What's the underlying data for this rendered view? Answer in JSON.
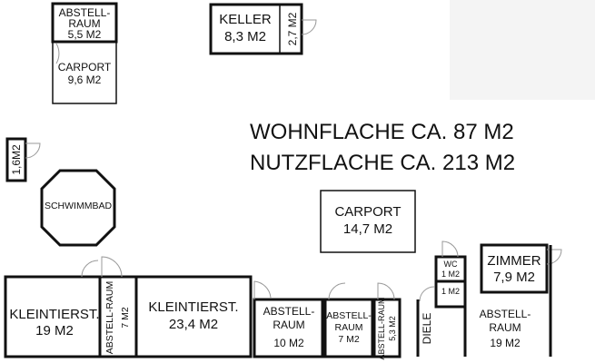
{
  "summary": {
    "wohnflaeche": "WOHNFLACHE CA. 87 M2",
    "nutzflaeche": "NUTZFLACHE CA. 213 M2"
  },
  "rooms": {
    "abstell_top": {
      "name_line1": "ABSTELL-",
      "name_line2": "RAUM",
      "area": "5,5 M2"
    },
    "carport_top": {
      "name": "CARPORT",
      "area": "9,6 M2"
    },
    "keller": {
      "name": "KELLER",
      "area": "8,3 M2"
    },
    "keller_side": {
      "area": "2,7 M2"
    },
    "small_left": {
      "area": "1,6M2"
    },
    "schwimmbad": {
      "name": "SCHWIMMBAD"
    },
    "carport_mid": {
      "name": "CARPORT",
      "area": "14,7 M2"
    },
    "wc": {
      "name": "WC",
      "area": "1 M2"
    },
    "small_below_wc": {
      "area": "1 M2"
    },
    "zimmer": {
      "name": "ZIMMER",
      "area": "7,9 M2"
    },
    "kleintierstall_1": {
      "name": "KLEINTIERST.",
      "area": "19 M2"
    },
    "abstell_narrow_1": {
      "name": "ABSTELL-RAUM",
      "area": "7 M2"
    },
    "kleintierstall_2": {
      "name": "KLEINTIERST.",
      "area": "23,4 M2"
    },
    "abstell_10": {
      "name_line1": "ABSTELL-",
      "name_line2": "RAUM",
      "area": "10 M2"
    },
    "abstell_7": {
      "name_line1": "ABSTELL-",
      "name_line2": "RAUM",
      "area": "7 M2"
    },
    "abstell_narrow_2": {
      "name": "ABSTELL-RAUM",
      "area": "5,3 M2"
    },
    "diele": {
      "name": "DIELE"
    },
    "abstell_19": {
      "name_line1": "ABSTELL-",
      "name_line2": "RAUM",
      "area": "19 M2"
    }
  }
}
